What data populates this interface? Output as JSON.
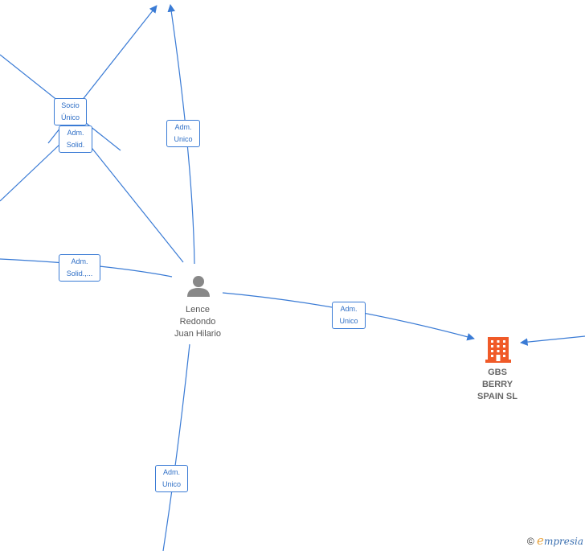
{
  "edge_labels": [
    {
      "line1": "Socio",
      "line2": "Único"
    },
    {
      "line1": "Adm.",
      "line2": "Solid."
    },
    {
      "line1": "Adm.",
      "line2": "Unico"
    },
    {
      "line1": "Adm.",
      "line2": "Solid.,..."
    },
    {
      "line1": "Adm.",
      "line2": "Unico"
    },
    {
      "line1": "Adm.",
      "line2": "Unico"
    }
  ],
  "person": {
    "line1": "Lence",
    "line2": "Redondo",
    "line3": "Juan Hilario",
    "icon": "person-icon"
  },
  "company": {
    "line1": "GBS",
    "line2": "BERRY",
    "line3": "SPAIN  SL",
    "icon": "building-icon",
    "color": "#f05a28"
  },
  "watermark": {
    "copyright": "©",
    "brand_first": "e",
    "brand_rest": "mpresia"
  },
  "colors": {
    "edge": "#3a7bd5",
    "person_icon": "#888888"
  }
}
